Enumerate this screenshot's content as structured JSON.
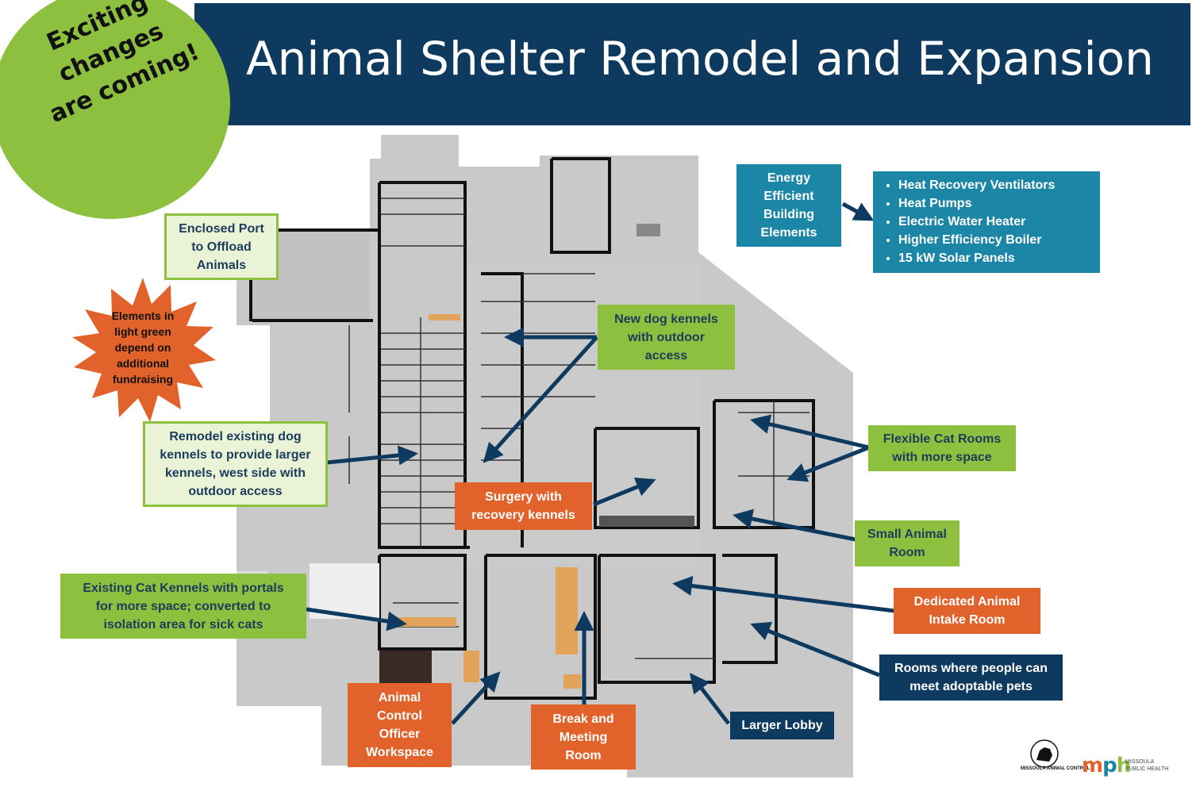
{
  "header": {
    "title": "Animal Shelter Remodel and Expansion"
  },
  "badge": {
    "lines": [
      "Exciting",
      "changes",
      "are coming!"
    ]
  },
  "starburst": {
    "lines": [
      "Elements in",
      "light green",
      "depend on",
      "additional",
      "fundraising"
    ]
  },
  "labels": {
    "enclosed_port": [
      "Enclosed Port",
      "to Offload",
      "Animals"
    ],
    "new_dog_kennels": [
      "New dog kennels",
      "with outdoor",
      "access"
    ],
    "energy": [
      "Energy",
      "Efficient",
      "Building",
      "Elements"
    ],
    "remodel_kennels": [
      "Remodel existing dog",
      "kennels to provide larger",
      "kennels, west side with",
      "outdoor access"
    ],
    "surgery": [
      "Surgery with",
      "recovery kennels"
    ],
    "flexible_cat": [
      "Flexible Cat Rooms",
      "with more space"
    ],
    "small_animal": [
      "Small Animal",
      "Room"
    ],
    "existing_cat": [
      "Existing Cat Kennels with portals",
      "for more space; converted to",
      "isolation area for sick cats"
    ],
    "intake": [
      "Dedicated Animal",
      "Intake Room"
    ],
    "meet_pets": [
      "Rooms where people can",
      "meet adoptable pets"
    ],
    "lobby": [
      "Larger Lobby"
    ],
    "aco_workspace": [
      "Animal",
      "Control",
      "Officer",
      "Workspace"
    ],
    "break_room": [
      "Break and",
      "Meeting",
      "Room"
    ]
  },
  "energy_items": [
    "Heat Recovery Ventilators",
    "Heat Pumps",
    "Electric Water Heater",
    "Higher Efficiency Boiler",
    "15 kW Solar Panels"
  ],
  "logos": {
    "missoula_animal_control": "MISSOULA ANIMAL CONTROL",
    "mph": {
      "m": "m",
      "p": "p",
      "h": "h"
    },
    "mph_sub": [
      "MISSOULA",
      "PUBLIC HEALTH"
    ]
  },
  "colors": {
    "navy": "#0e3a5f",
    "green": "#8dc03f",
    "light_green": "#eaf3d5",
    "orange": "#e2622b",
    "teal": "#1b86a6",
    "floor": "#c9c9c9"
  }
}
